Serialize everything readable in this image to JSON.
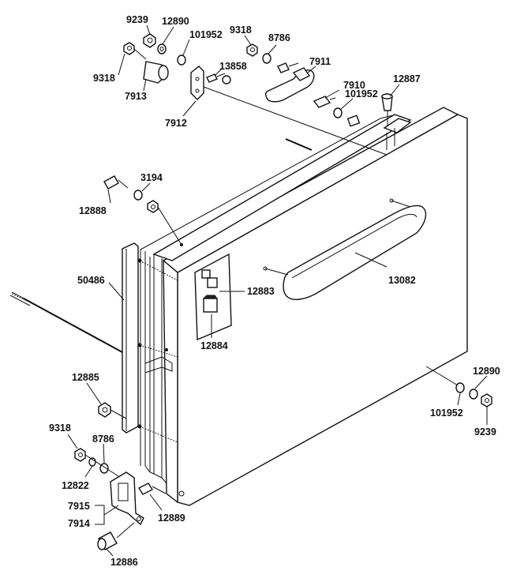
{
  "diagram": {
    "part_labels": [
      {
        "id": "p9239_top",
        "text": "9239"
      },
      {
        "id": "p12890_top",
        "text": "12890"
      },
      {
        "id": "p101952_top",
        "text": "101952"
      },
      {
        "id": "p9318_top_r",
        "text": "9318"
      },
      {
        "id": "p8786_top",
        "text": "8786"
      },
      {
        "id": "p9318_top_l",
        "text": "9318"
      },
      {
        "id": "p13858",
        "text": "13858"
      },
      {
        "id": "p7911",
        "text": "7911"
      },
      {
        "id": "p7913",
        "text": "7913"
      },
      {
        "id": "p7910",
        "text": "7910"
      },
      {
        "id": "p12887",
        "text": "12887"
      },
      {
        "id": "p101952_mid",
        "text": "101952"
      },
      {
        "id": "p7912",
        "text": "7912"
      },
      {
        "id": "p3194",
        "text": "3194"
      },
      {
        "id": "p12888",
        "text": "12888"
      },
      {
        "id": "p50486",
        "text": "50486"
      },
      {
        "id": "p12883",
        "text": "12883"
      },
      {
        "id": "p13082",
        "text": "13082"
      },
      {
        "id": "p12884",
        "text": "12884"
      },
      {
        "id": "p12885",
        "text": "12885"
      },
      {
        "id": "p12890_bot",
        "text": "12890"
      },
      {
        "id": "p101952_bot",
        "text": "101952"
      },
      {
        "id": "p9239_bot",
        "text": "9239"
      },
      {
        "id": "p9318_bot",
        "text": "9318"
      },
      {
        "id": "p8786_bot",
        "text": "8786"
      },
      {
        "id": "p12822",
        "text": "12822"
      },
      {
        "id": "p7915",
        "text": "7915"
      },
      {
        "id": "p7914",
        "text": "7914"
      },
      {
        "id": "p12889",
        "text": "12889"
      },
      {
        "id": "p12886",
        "text": "12886"
      }
    ]
  }
}
